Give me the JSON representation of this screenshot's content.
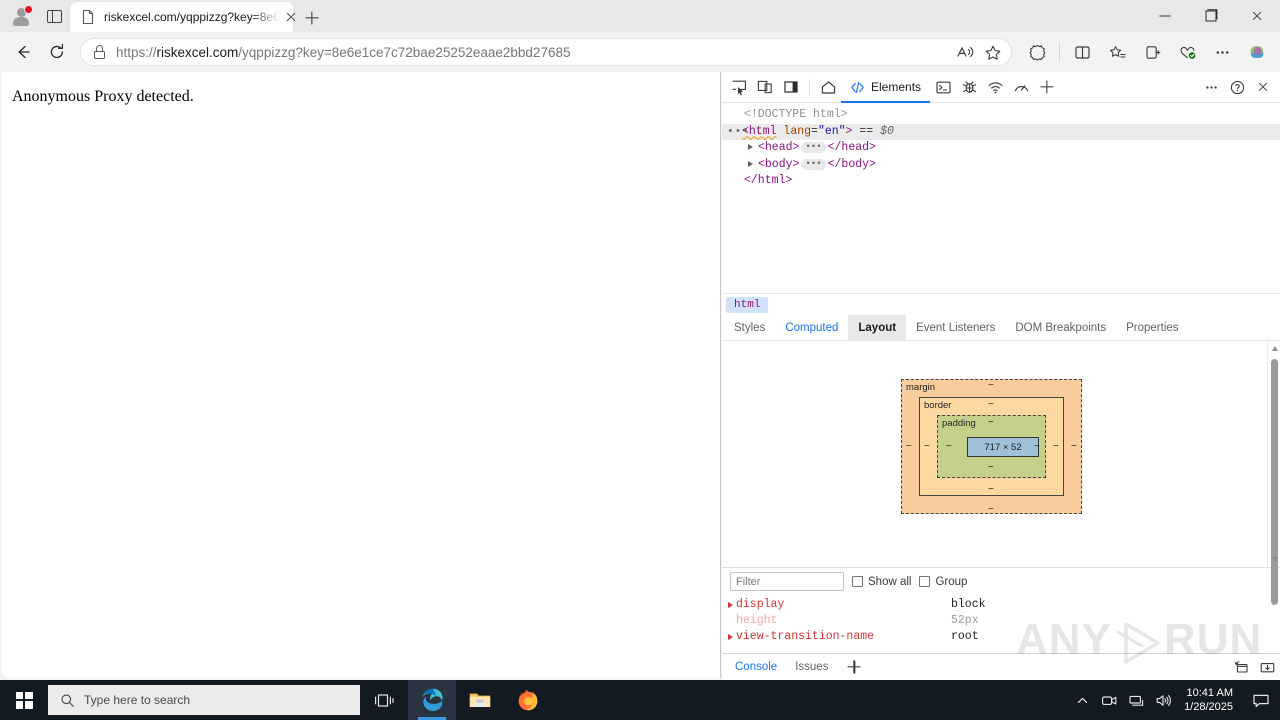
{
  "browser": {
    "window_controls": {
      "minimize": "minimize-button",
      "restore": "restore-button",
      "close": "close-button"
    },
    "tab": {
      "title": "riskexcel.com/yqppizzg?key=8e6",
      "favicon": "document-icon",
      "close_label": "close-tab"
    },
    "new_tab_label": "new-tab",
    "address": {
      "scheme": "https://",
      "host": "riskexcel.com",
      "path": "/yqppizzg?key=8e6e1ce7c72bae25252eaae2bbd27685",
      "full_url": "https://riskexcel.com/yqppizzg?key=8e6e1ce7c72bae25252eaae2bbd27685",
      "lock_icon": "lock-icon"
    },
    "toolbar_icons": [
      "back-icon",
      "refresh-icon",
      "read-aloud-icon",
      "add-favorite-icon",
      "copilot-mode-icon",
      "split-screen-icon",
      "favorites-icon",
      "collections-icon",
      "browser-essentials-icon",
      "settings-more-icon",
      "copilot-icon"
    ]
  },
  "page": {
    "body_text": "Anonymous Proxy detected."
  },
  "devtools": {
    "toolbar": {
      "inspect_icon": "inspect-element-icon",
      "device_icon": "device-toolbar-icon",
      "dock_icon": "dock-side-icon",
      "home_icon": "home-icon",
      "more_icon": "more-tools-icon",
      "help_icon": "help-icon",
      "close_icon": "close-devtools-icon",
      "tabs": [
        {
          "label": "Elements",
          "icon": "elements-code-icon",
          "active": true
        },
        {
          "label": "",
          "icon": "console-icon",
          "active": false
        },
        {
          "label": "",
          "icon": "sources-bug-icon",
          "active": false
        },
        {
          "label": "",
          "icon": "network-wifi-icon",
          "active": false
        },
        {
          "label": "",
          "icon": "performance-icon",
          "active": false
        },
        {
          "label": "",
          "icon": "more-panels-plus-icon",
          "active": false
        }
      ]
    },
    "dom": {
      "rows": [
        {
          "text": "<!DOCTYPE html>",
          "kind": "doctype"
        },
        {
          "tag": "html",
          "attr_name": "lang",
          "attr_value": "\"en\"",
          "marker": "== $0",
          "selected": true
        },
        {
          "tag": "head",
          "collapsed": true
        },
        {
          "tag": "body",
          "collapsed": true
        },
        {
          "text": "</html>",
          "kind": "close"
        }
      ]
    },
    "breadcrumb": {
      "items": [
        "html"
      ]
    },
    "sidebar_tabs": [
      {
        "label": "Styles",
        "active": false
      },
      {
        "label": "Computed",
        "active": false
      },
      {
        "label": "Layout",
        "active": true
      },
      {
        "label": "Event Listeners",
        "active": false
      },
      {
        "label": "DOM Breakpoints",
        "active": false
      },
      {
        "label": "Properties",
        "active": false
      }
    ],
    "box_model": {
      "margin_label": "margin",
      "border_label": "border",
      "padding_label": "padding",
      "content_size": "717 × 52",
      "dash": "−",
      "colors": {
        "margin": "#f9cc9d",
        "border": "#fdd9a1",
        "padding": "#c6d08a",
        "content": "#9fc0d9"
      }
    },
    "computed": {
      "filter_placeholder": "Filter",
      "show_all_label": "Show all",
      "group_label": "Group",
      "properties": [
        {
          "name": "display",
          "value": "block",
          "expandable": true,
          "inherited": false
        },
        {
          "name": "height",
          "value": "52px",
          "expandable": false,
          "inherited": true
        },
        {
          "name": "view-transition-name",
          "value": "root",
          "expandable": true,
          "inherited": false
        }
      ]
    },
    "drawer": {
      "tabs": [
        {
          "label": "Console",
          "active": true
        },
        {
          "label": "Issues",
          "active": false
        }
      ],
      "add_label": "+",
      "right_icons": [
        "restore-drawer-icon",
        "screenshot-drawer-icon"
      ]
    }
  },
  "taskbar": {
    "start_label": "start-button",
    "search_placeholder": "Type here to search",
    "apps": [
      {
        "name": "task-view",
        "active": false
      },
      {
        "name": "microsoft-edge",
        "active": true
      },
      {
        "name": "file-explorer",
        "active": false
      },
      {
        "name": "mozilla-firefox",
        "active": false
      }
    ],
    "tray_icons": [
      "show-hidden-icons-chevron",
      "meet-now-icon",
      "network-icon",
      "volume-icon"
    ],
    "clock": {
      "time": "10:41 AM",
      "date": "1/28/2025"
    },
    "notification_icon": "action-center-icon"
  },
  "watermark": {
    "text_left": "ANY",
    "text_right": "RUN"
  }
}
